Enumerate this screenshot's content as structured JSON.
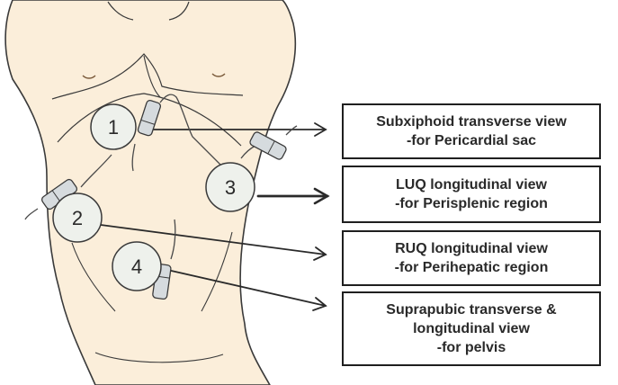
{
  "colors": {
    "skin": "#fbeeda",
    "outline": "#3a3a3a",
    "probe": "#d6dbde",
    "text": "#2a2a2a"
  },
  "markers": [
    {
      "number": "1"
    },
    {
      "number": "2"
    },
    {
      "number": "3"
    },
    {
      "number": "4"
    }
  ],
  "views": [
    {
      "line1": "Subxiphoid transverse view",
      "line2": "-for Pericardial sac"
    },
    {
      "line1": "LUQ longitudinal view",
      "line2": "-for Perisplenic region"
    },
    {
      "line1": "RUQ longitudinal view",
      "line2": "-for Perihepatic region"
    },
    {
      "line1": "Suprapubic transverse &",
      "line2": "longitudinal view",
      "line3": "-for pelvis"
    }
  ]
}
